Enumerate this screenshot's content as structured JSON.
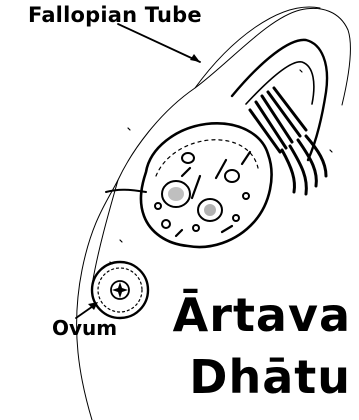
{
  "labels": {
    "fallopian_tube": "Fallopian Tube",
    "ovum": "Ovum"
  },
  "title": {
    "line1": "Ārtava",
    "line2": "Dhātu"
  },
  "colors": {
    "ink": "#000000",
    "background": "#ffffff"
  }
}
